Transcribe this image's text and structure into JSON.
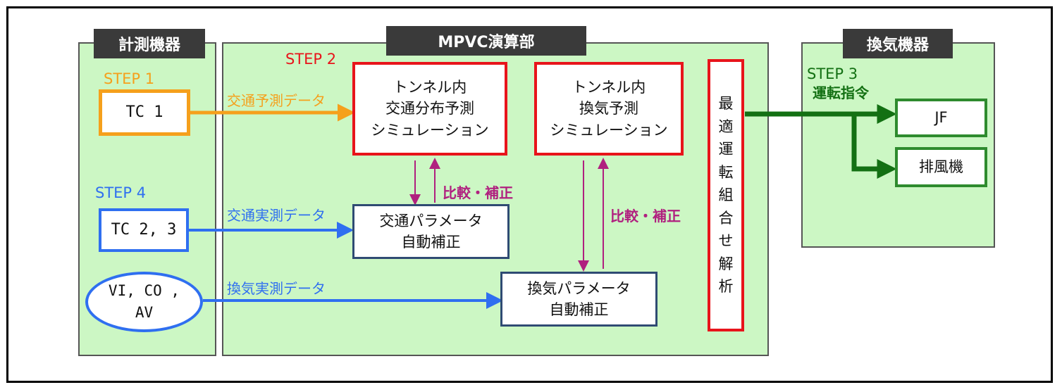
{
  "panels": {
    "measurement": {
      "title": "計測機器"
    },
    "mpvc": {
      "title": "MPVC演算部"
    },
    "ventilation": {
      "title": "換気機器"
    }
  },
  "steps": {
    "step1": "STEP 1",
    "step2": "STEP 2",
    "step3": "STEP 3",
    "step4": "STEP 4"
  },
  "sensors": {
    "tc1": "TC 1",
    "tc23": "TC 2, 3",
    "vi_co_av": "VI, CO ,\nAV"
  },
  "flows": {
    "traffic_forecast": "交通予測データ",
    "traffic_measured": "交通実測データ",
    "vent_measured": "換気実測データ",
    "operation_command": "運転指令",
    "compare_correct_1": "比較・補正",
    "compare_correct_2": "比較・補正"
  },
  "processes": {
    "traffic_sim": "トンネル内\n交通分布予測\nシミュレーション",
    "vent_sim": "トンネル内\n換気予測\nシミュレーション",
    "traffic_param": "交通パラメータ\n自動補正",
    "vent_param": "換気パラメータ\n自動補正",
    "optimal": "最\n適\n運\n転\n組\n合\nせ\n解\n析"
  },
  "equipment": {
    "jf": "JF",
    "exhaust": "排風機"
  },
  "colors": {
    "panel_fill": "#ccf7c4",
    "header_fill": "#3a3a3a",
    "red": "#e8141b",
    "orange": "#f5a01c",
    "blue": "#2f6ff0",
    "navy": "#2f4b73",
    "green": "#2e8b2e",
    "dark_green": "#137013",
    "magenta": "#b0207f"
  }
}
